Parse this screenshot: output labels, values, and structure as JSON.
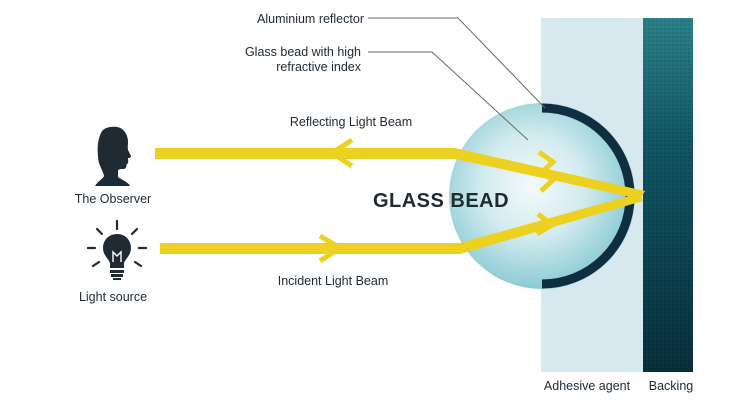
{
  "labels": {
    "reflector": "Aluminium reflector",
    "bead_line1": "Glass bead with high",
    "bead_line2": "refractive index",
    "reflecting_beam": "Reflecting Light Beam",
    "incident_beam": "Incident Light Beam",
    "observer": "The Observer",
    "light_source": "Light source",
    "glass_bead": "GLASS BEAD",
    "adhesive": "Adhesive agent",
    "backing": "Backing"
  },
  "icons": {
    "observer": "person-head-icon",
    "light_source": "light-bulb-icon"
  },
  "colors": {
    "beam": "#ecd121",
    "adhesive": "#d7e8ef",
    "backing": "#0c4856",
    "reflector": "#0f2f40",
    "bead_center": "#f2f7f9",
    "bead_edge": "#7ec4cf",
    "text": "#1f2a33",
    "leader": "#6b6b6b"
  }
}
